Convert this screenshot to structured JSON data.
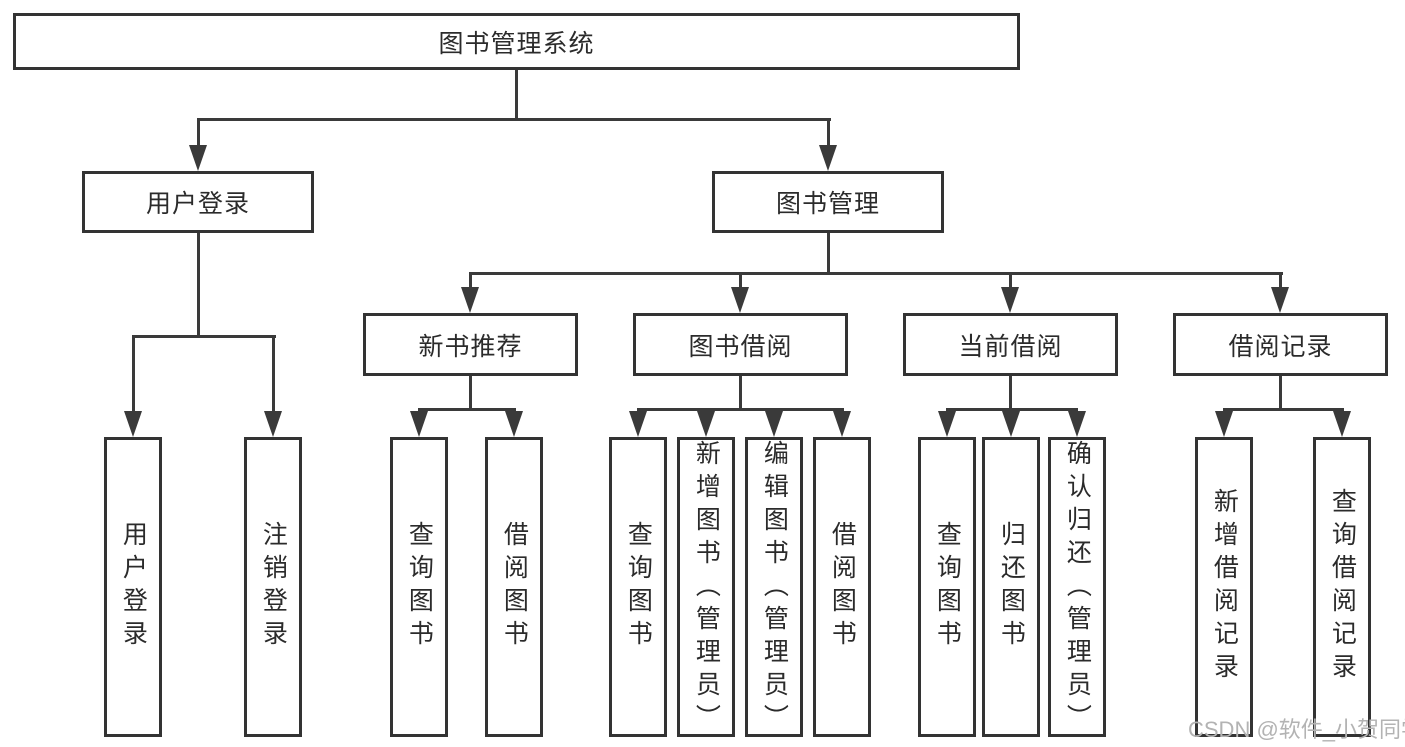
{
  "diagram": {
    "root": {
      "label": "图书管理系统",
      "children": [
        {
          "label": "用户登录",
          "children": [
            {
              "label": "用户登录"
            },
            {
              "label": "注销登录"
            }
          ]
        },
        {
          "label": "图书管理",
          "children": [
            {
              "label": "新书推荐",
              "children": [
                {
                  "label": "查询图书"
                },
                {
                  "label": "借阅图书"
                }
              ]
            },
            {
              "label": "图书借阅",
              "children": [
                {
                  "label": "查询图书"
                },
                {
                  "label": "新增图书（管理员）"
                },
                {
                  "label": "编辑图书（管理员）"
                },
                {
                  "label": "借阅图书"
                }
              ]
            },
            {
              "label": "当前借阅",
              "children": [
                {
                  "label": "查询图书"
                },
                {
                  "label": "归还图书"
                },
                {
                  "label": "确认归还（管理员）"
                }
              ]
            },
            {
              "label": "借阅记录",
              "children": [
                {
                  "label": "新增借阅记录"
                },
                {
                  "label": "查询借阅记录"
                }
              ]
            }
          ]
        }
      ]
    },
    "colors": {
      "line": "#3a3a3a",
      "box_border": "#333333",
      "text": "#2b2b2b",
      "background": "#ffffff",
      "watermark": "#b3b3b3"
    }
  },
  "watermark": {
    "text": "CSDN @软件_小贺同学"
  }
}
